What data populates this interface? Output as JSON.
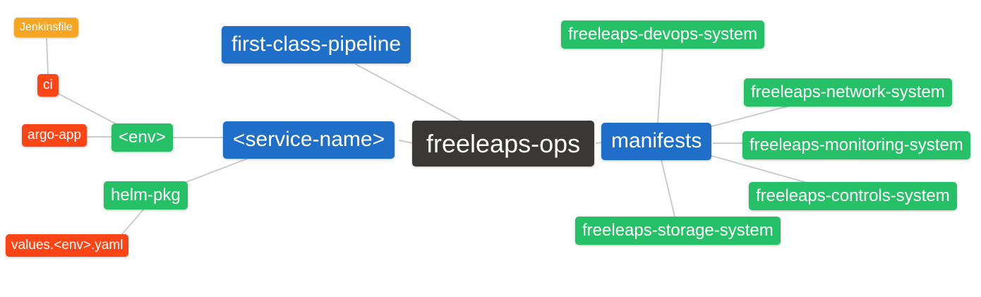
{
  "diagram": {
    "type": "mindmap",
    "root_label": "freeleaps-ops",
    "nodes": [
      {
        "id": "freeleaps-ops",
        "label": "freeleaps-ops",
        "level": 0,
        "parent": null
      },
      {
        "id": "first-class-pipeline",
        "label": "first-class-pipeline",
        "level": 1,
        "parent": "freeleaps-ops"
      },
      {
        "id": "service-name",
        "label": "<service-name>",
        "level": 1,
        "parent": "freeleaps-ops"
      },
      {
        "id": "manifests",
        "label": "manifests",
        "level": 1,
        "parent": "freeleaps-ops"
      },
      {
        "id": "env",
        "label": "<env>",
        "level": 2,
        "parent": "service-name"
      },
      {
        "id": "helm-pkg",
        "label": "helm-pkg",
        "level": 2,
        "parent": "service-name"
      },
      {
        "id": "freeleaps-devops-system",
        "label": "freeleaps-devops-system",
        "level": 2,
        "parent": "manifests"
      },
      {
        "id": "freeleaps-network-system",
        "label": "freeleaps-network-system",
        "level": 2,
        "parent": "manifests"
      },
      {
        "id": "freeleaps-monitoring-system",
        "label": "freeleaps-monitoring-system",
        "level": 2,
        "parent": "manifests"
      },
      {
        "id": "freeleaps-controls-system",
        "label": "freeleaps-controls-system",
        "level": 2,
        "parent": "manifests"
      },
      {
        "id": "freeleaps-storage-system",
        "label": "freeleaps-storage-system",
        "level": 2,
        "parent": "manifests"
      },
      {
        "id": "ci",
        "label": "ci",
        "level": 3,
        "parent": "env"
      },
      {
        "id": "argo-app",
        "label": "argo-app",
        "level": 3,
        "parent": "env"
      },
      {
        "id": "values-env-yaml",
        "label": "values.<env>.yaml",
        "level": 3,
        "parent": "helm-pkg"
      },
      {
        "id": "jenkinsfile",
        "label": "Jenkinsfile",
        "level": 4,
        "parent": "ci"
      }
    ],
    "edges": [
      {
        "from": "jenkinsfile",
        "to": "ci"
      },
      {
        "from": "ci",
        "to": "env"
      },
      {
        "from": "argo-app",
        "to": "env"
      },
      {
        "from": "env",
        "to": "service-name"
      },
      {
        "from": "helm-pkg",
        "to": "service-name"
      },
      {
        "from": "values-env-yaml",
        "to": "helm-pkg"
      },
      {
        "from": "service-name",
        "to": "freeleaps-ops"
      },
      {
        "from": "first-class-pipeline",
        "to": "freeleaps-ops"
      },
      {
        "from": "freeleaps-ops",
        "to": "manifests"
      },
      {
        "from": "manifests",
        "to": "freeleaps-devops-system"
      },
      {
        "from": "manifests",
        "to": "freeleaps-network-system"
      },
      {
        "from": "manifests",
        "to": "freeleaps-monitoring-system"
      },
      {
        "from": "manifests",
        "to": "freeleaps-controls-system"
      },
      {
        "from": "manifests",
        "to": "freeleaps-storage-system"
      }
    ],
    "colors": {
      "root": "#3A3837",
      "level1": "#1F6FC8",
      "level2": "#26C066",
      "level3": "#FB4516",
      "level4": "#F6A623",
      "edge": "#CCCCCC",
      "text": "#FFFFFF",
      "background": "#FFFFFF"
    }
  }
}
